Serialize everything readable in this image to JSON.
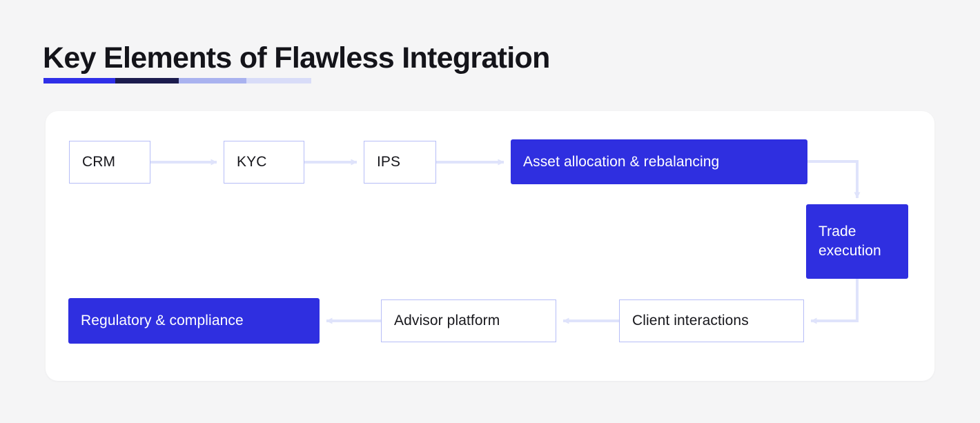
{
  "header": {
    "title": "Key Elements of Flawless Integration",
    "accent_segments": [
      {
        "name": "segment-bright-blue",
        "color": "#2f2fe8"
      },
      {
        "name": "segment-dark-navy",
        "color": "#1c1c4e"
      },
      {
        "name": "segment-periwinkle",
        "color": "#a9b2ef"
      },
      {
        "name": "segment-pale-lavender",
        "color": "#d8dcf8"
      }
    ]
  },
  "diagram": {
    "nodes": [
      {
        "id": "crm",
        "label": "CRM",
        "style": "outline"
      },
      {
        "id": "kyc",
        "label": "KYC",
        "style": "outline"
      },
      {
        "id": "ips",
        "label": "IPS",
        "style": "outline"
      },
      {
        "id": "asset",
        "label": "Asset allocation & rebalancing",
        "style": "filled"
      },
      {
        "id": "trade",
        "label": "Trade execution",
        "style": "filled"
      },
      {
        "id": "client",
        "label": "Client interactions",
        "style": "outline"
      },
      {
        "id": "advisor",
        "label": "Advisor platform",
        "style": "outline"
      },
      {
        "id": "regulatory",
        "label": "Regulatory & compliance",
        "style": "filled"
      }
    ],
    "edges": [
      {
        "from": "crm",
        "to": "kyc",
        "direction": "right"
      },
      {
        "from": "kyc",
        "to": "ips",
        "direction": "right"
      },
      {
        "from": "ips",
        "to": "asset",
        "direction": "right"
      },
      {
        "from": "asset",
        "to": "trade",
        "direction": "down"
      },
      {
        "from": "trade",
        "to": "client",
        "direction": "left"
      },
      {
        "from": "client",
        "to": "advisor",
        "direction": "left"
      },
      {
        "from": "advisor",
        "to": "regulatory",
        "direction": "left"
      }
    ],
    "colors": {
      "node_fill_accent": "#2f2fe0",
      "node_border": "#b6bdf7",
      "node_text_dark": "#17171c",
      "node_text_light": "#ffffff",
      "connector": "#dfe3fb",
      "card_background": "#ffffff",
      "page_background": "#f5f5f6"
    }
  }
}
